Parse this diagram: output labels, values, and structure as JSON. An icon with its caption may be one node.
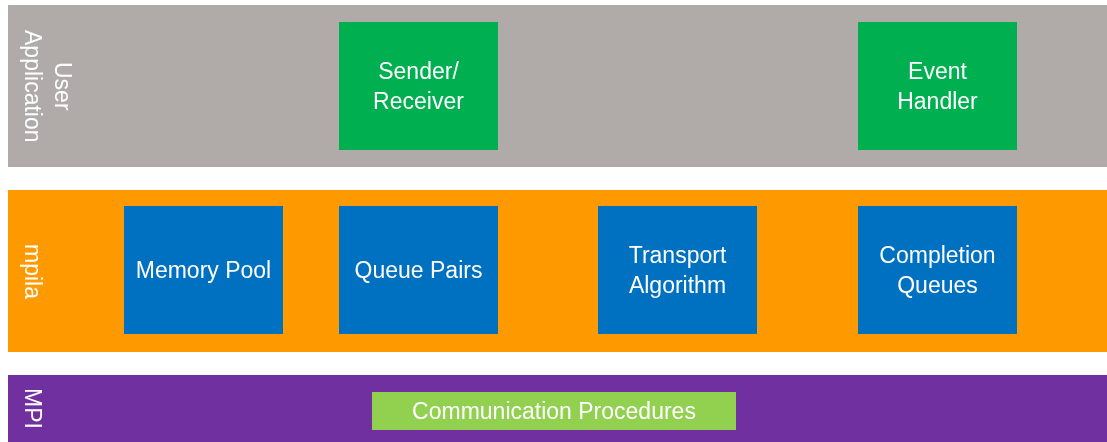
{
  "diagram": {
    "nodes": [
      {
        "text": [
          "User Application"
        ]
      },
      {
        "text": [
          "Sender/ Receiver"
        ],
        "in": 0
      },
      {
        "text": [
          "Event Handler"
        ],
        "in": 0
      },
      {
        "text": [
          "mpila"
        ]
      },
      {
        "text": [
          "Memory Pool"
        ],
        "in": 3
      },
      {
        "text": [
          "Queue Pairs"
        ],
        "in": 3
      },
      {
        "text": [
          "Transport Algorithm"
        ],
        "in": 3
      },
      {
        "text": [
          "Completion Queues"
        ],
        "in": 3
      },
      {
        "text": [
          "MPI"
        ]
      },
      {
        "text": [
          "Communication Procedures"
        ],
        "in": 8
      }
    ],
    "edges": []
  }
}
